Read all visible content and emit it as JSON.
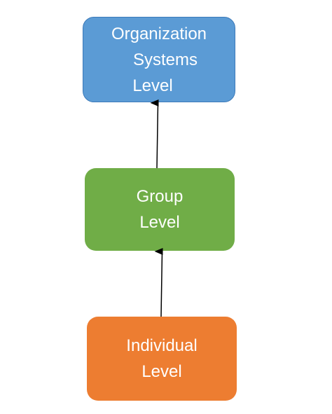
{
  "nodes": {
    "org": {
      "lines": [
        "Organization",
        "Systems",
        "Level"
      ],
      "fill": "#5b9bd5",
      "border": "#3c7ab9"
    },
    "group": {
      "lines": [
        "Group",
        "Level"
      ],
      "fill": "#70ad47"
    },
    "individual": {
      "lines": [
        "Individual",
        "Level"
      ],
      "fill": "#ed7d31"
    }
  },
  "edges": [
    {
      "from": "individual",
      "to": "group"
    },
    {
      "from": "group",
      "to": "org"
    }
  ],
  "colors": {
    "arrow": "#000000",
    "text": "#ffffff"
  }
}
